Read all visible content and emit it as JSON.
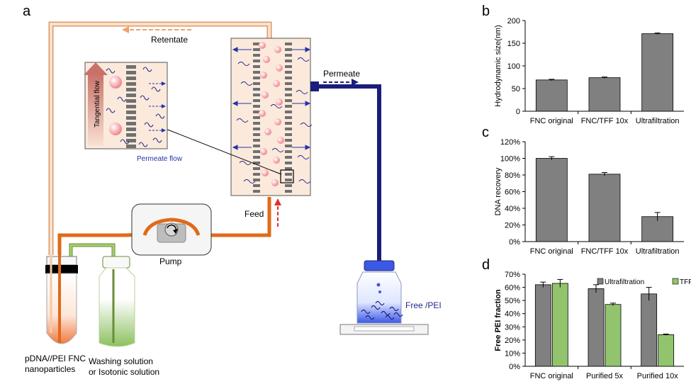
{
  "schematic": {
    "panel_letter": "a",
    "retentate_label": "Retentate",
    "permeate_label": "Permeate",
    "feed_label": "Feed",
    "pump_label": "Pump",
    "tangential_label": "Tangential flow",
    "permeate_flow_label": "Permeate flow",
    "free_pei_label": "Free /PEI",
    "tube_label_line1": "pDNA//PEI FNC",
    "tube_label_line2": "nanoparticles",
    "wash_label_line1": "Washing solution",
    "wash_label_line2": "or Isotonic solution",
    "colors": {
      "retentate_line": "#f4c9a6",
      "feed_line": "#e06a1a",
      "permeate_line": "#1b1d7a",
      "wash_line": "#8db650"
    }
  },
  "chart_data": [
    {
      "panel": "b",
      "type": "bar",
      "ylabel": "Hydrodynamic size(nm)",
      "ylim": [
        0,
        200
      ],
      "yticks": [
        "0",
        "50",
        "100",
        "150",
        "200"
      ],
      "categories": [
        "FNC original",
        "FNC/TFF 10x",
        "Ultrafiltration"
      ],
      "values": [
        69,
        74,
        171
      ],
      "errors": [
        1.5,
        1.5,
        1.5
      ],
      "color": "#808080"
    },
    {
      "panel": "c",
      "type": "bar",
      "ylabel": "DNA recovery",
      "ylim": [
        0,
        120
      ],
      "yticks": [
        "0%",
        "20%",
        "40%",
        "60%",
        "80%",
        "100%",
        "120%"
      ],
      "categories": [
        "FNC original",
        "FNC/TFF 10x",
        "Ultrafiltration"
      ],
      "values": [
        100,
        81,
        30
      ],
      "errors": [
        2,
        2,
        5
      ],
      "color": "#808080"
    },
    {
      "panel": "d",
      "type": "bar",
      "ylabel": "Free PEI fraction",
      "ylim": [
        0,
        70
      ],
      "yticks": [
        "0%",
        "10%",
        "20%",
        "30%",
        "40%",
        "50%",
        "60%",
        "70%"
      ],
      "categories": [
        "FNC original",
        "Purified 5x",
        "Purified 10x"
      ],
      "series": [
        {
          "name": "Ultrafiltration",
          "values": [
            62,
            59,
            55
          ],
          "errors": [
            2,
            3,
            5
          ],
          "color": "#808080"
        },
        {
          "name": "TFF",
          "values": [
            63,
            47,
            24
          ],
          "errors": [
            3,
            1,
            0.5
          ],
          "color": "#92c46d"
        }
      ],
      "legend": "top-right"
    }
  ]
}
